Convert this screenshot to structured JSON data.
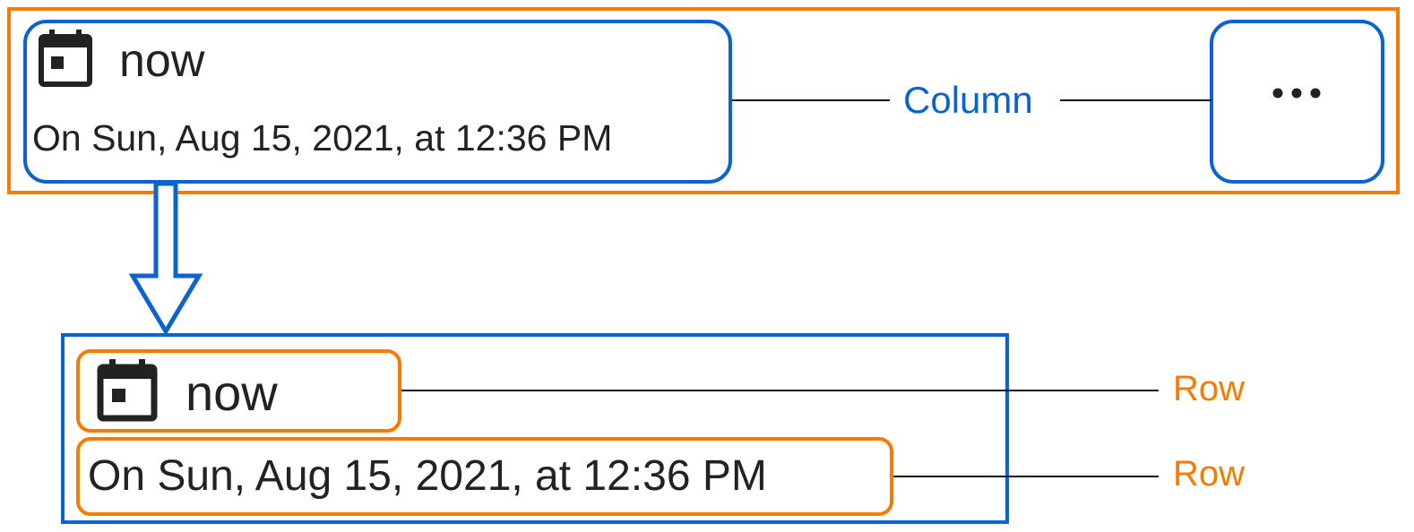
{
  "top_example": {
    "title": "now",
    "date_text": "On Sun, Aug 15, 2021, at 12:36 PM",
    "icon": "calendar-icon",
    "more_icon": "more-horizontal-icon"
  },
  "bottom_example": {
    "title": "now",
    "date_text": "On Sun, Aug 15, 2021, at 12:36 PM",
    "icon": "calendar-icon"
  },
  "labels": {
    "column": "Column",
    "row_1": "Row",
    "row_2": "Row"
  },
  "colors": {
    "column_blue": "#0a63d1",
    "row_orange": "#f57c00",
    "text_dark": "#222222",
    "line_black": "#111111"
  }
}
